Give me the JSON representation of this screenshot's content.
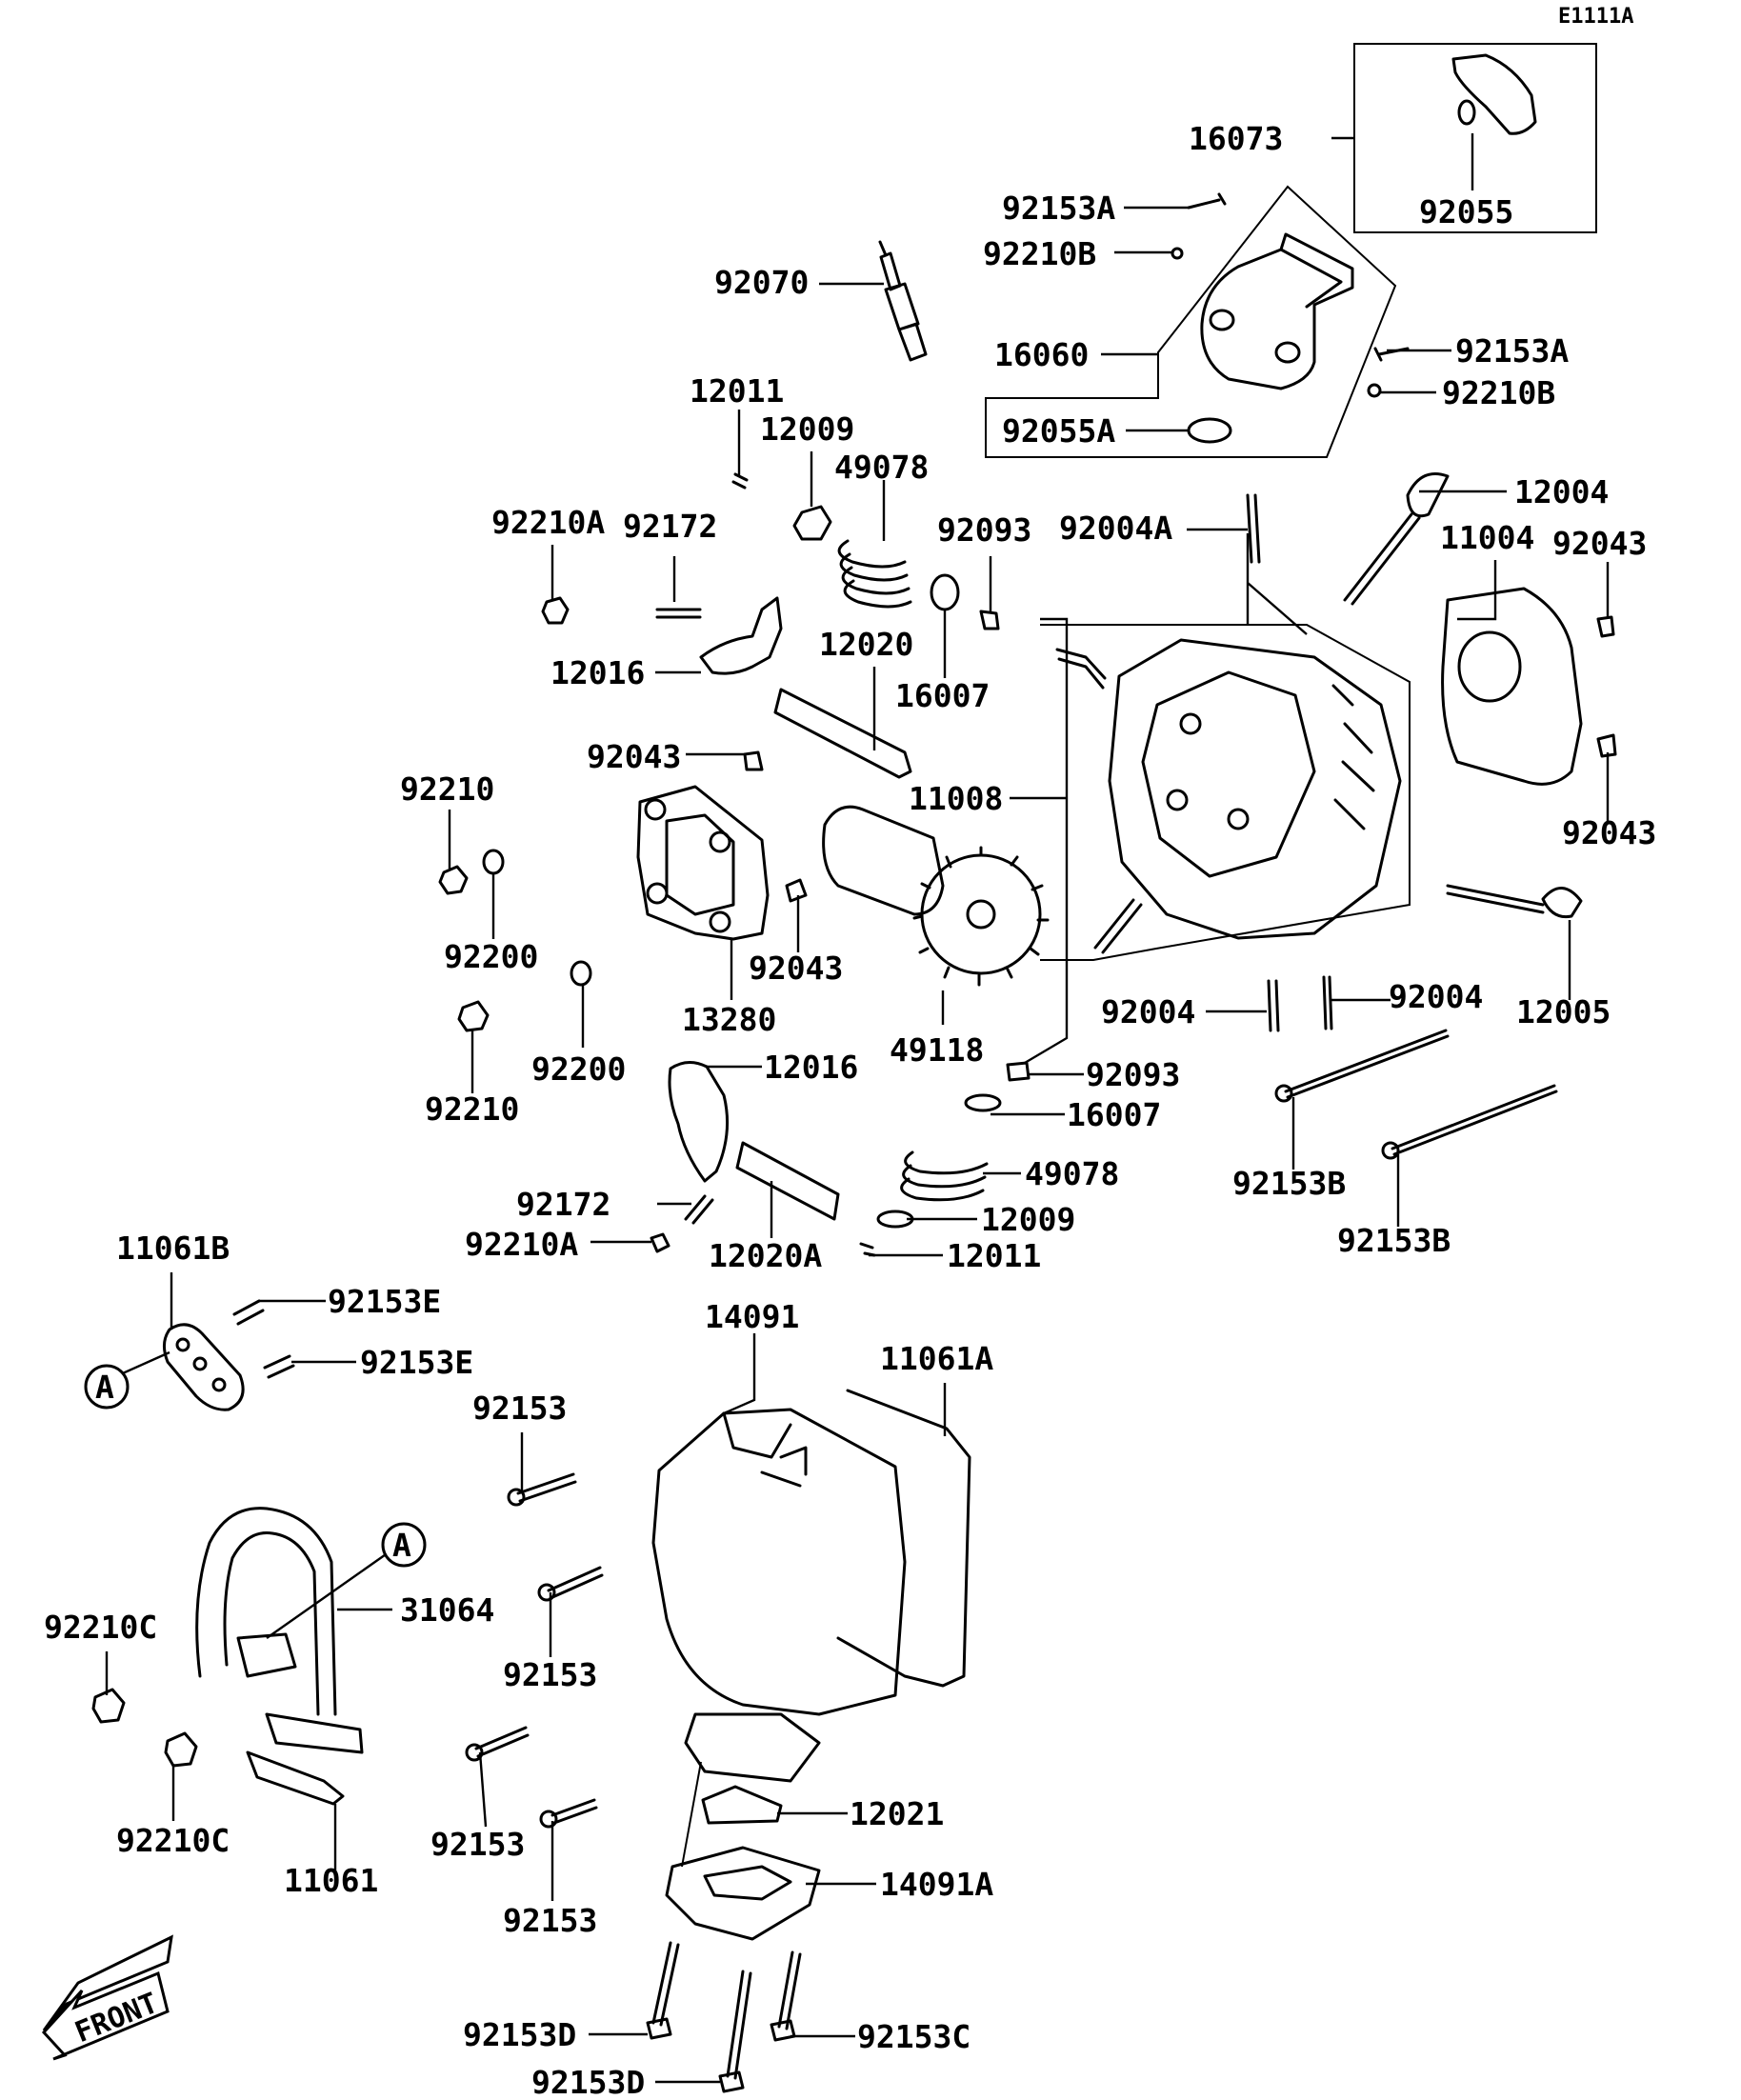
{
  "diagram_id": "E1111A",
  "labels": {
    "p16073": "16073",
    "p92055": "92055",
    "p92153A_1": "92153A",
    "p92210B_1": "92210B",
    "p92070": "92070",
    "p16060": "16060",
    "p92153A_2": "92153A",
    "p92210B_2": "92210B",
    "p12011_1": "12011",
    "p92055A": "92055A",
    "p12009_1": "12009",
    "p49078_1": "49078",
    "p92210A_1": "92210A",
    "p92172_1": "92172",
    "p92093_1": "92093",
    "p92004A": "92004A",
    "p12004": "12004",
    "p11004": "11004",
    "p92043_1": "92043",
    "p12016_1": "12016",
    "p12020": "12020",
    "p16007_1": "16007",
    "p92043_2": "92043",
    "p92210_1": "92210",
    "p11008": "11008",
    "p92043_3": "92043",
    "p92200_1": "92200",
    "p92043_4": "92043",
    "p13280": "13280",
    "p12005": "12005",
    "p92004_1": "92004",
    "p92004_2": "92004",
    "p49118": "49118",
    "p92200_2": "92200",
    "p12016_2": "12016",
    "p92093_2": "92093",
    "p92210_2": "92210",
    "p16007_2": "16007",
    "p49078_2": "49078",
    "p92153B_1": "92153B",
    "p92172_2": "92172",
    "p12009_2": "12009",
    "p92153B_2": "92153B",
    "p92210A_2": "92210A",
    "p12020A": "12020A",
    "p12011_2": "12011",
    "p11061B": "11061B",
    "p92153E_1": "92153E",
    "p14091": "14091",
    "p11061A": "11061A",
    "p92153E_2": "92153E",
    "callout_a_1": "A",
    "p92153_1": "92153",
    "callout_a_2": "A",
    "p31064": "31064",
    "p92210C_1": "92210C",
    "p92153_2": "92153",
    "p92210C_2": "92210C",
    "p11061": "11061",
    "p12021": "12021",
    "p92153_3": "92153",
    "p14091A": "14091A",
    "p92153_4": "92153",
    "front_label": "FRONT",
    "p92153D_1": "92153D",
    "p92153C": "92153C",
    "p92153D_2": "92153D"
  }
}
